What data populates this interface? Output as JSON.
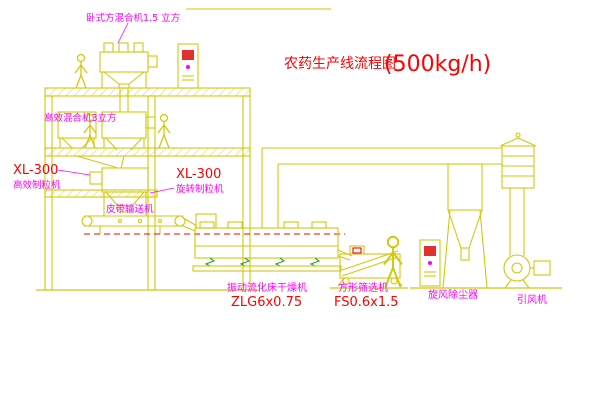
{
  "title": {
    "name": "农药生产线流程图",
    "capacity": "(500kg/h)"
  },
  "colors": {
    "line": "#d2c80e",
    "green": "#2aa02a",
    "label_magenta": "#ff00ff",
    "model_red": "#ff0000",
    "panel_screen": "#e03030",
    "background": "#ffffff"
  },
  "labels": {
    "top_mixer": "卧式方混合机1.5 立方",
    "mixer2": "高效混合机3立方",
    "granulator_left_model": "XL-300",
    "granulator_left_name": "高效制粒机",
    "granulator_mid_model": "XL-300",
    "granulator_mid_name": "旋转制粒机",
    "conveyor": "皮带输送机",
    "dryer_name": "振动流化床干燥机",
    "dryer_model": "ZLG6x0.75",
    "sieve_name": "方形筛选机",
    "sieve_model": "FS0.6x1.5",
    "cyclone": "旋风除尘器",
    "fan": "引风机"
  }
}
